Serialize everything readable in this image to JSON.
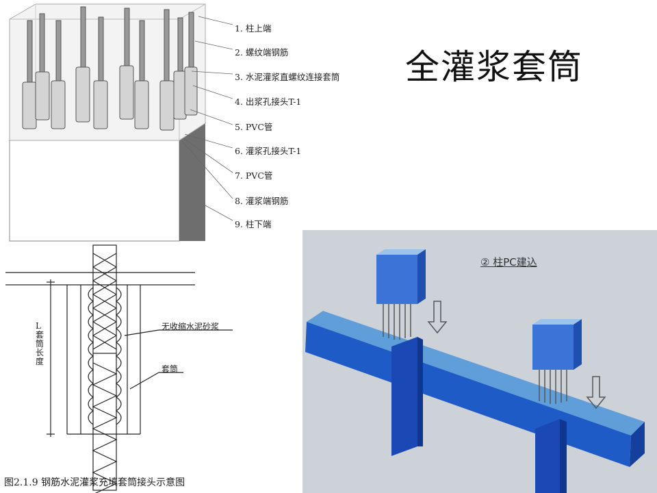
{
  "title": "全灌浆套筒",
  "figure_a": {
    "labels": [
      "1. 柱上端",
      "2. 螺纹端钢筋",
      "3. 水泥灌浆直螺纹连接套筒",
      "4. 出浆孔接头T-1",
      "5. PVC管",
      "6. 灌浆孔接头T-1",
      "7. PVC管",
      "8. 灌浆端钢筋",
      "9. 柱下端"
    ]
  },
  "figure_b": {
    "label_mortar": "无收缩水泥砂浆",
    "label_sleeve": "套筒",
    "label_length": "L套筒长度",
    "caption": "图2.1.9   钢筋水泥灌浆充填套筒接头示意图"
  },
  "figure_c": {
    "step_label": "② 柱PC建込"
  }
}
